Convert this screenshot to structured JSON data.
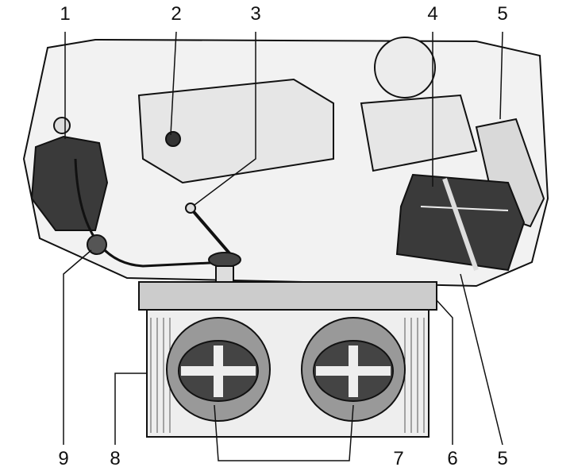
{
  "callouts": {
    "c1": "1",
    "c2": "2",
    "c3": "3",
    "c4": "4",
    "c5_top": "5",
    "c9": "9",
    "c8": "8",
    "c7": "7",
    "c6": "6",
    "c5_bottom": "5"
  },
  "colors": {
    "ink": "#111111",
    "fill_light": "#e6e6e6",
    "fill_mid": "#bdbdbd",
    "fill_dark": "#3a3a3a"
  }
}
